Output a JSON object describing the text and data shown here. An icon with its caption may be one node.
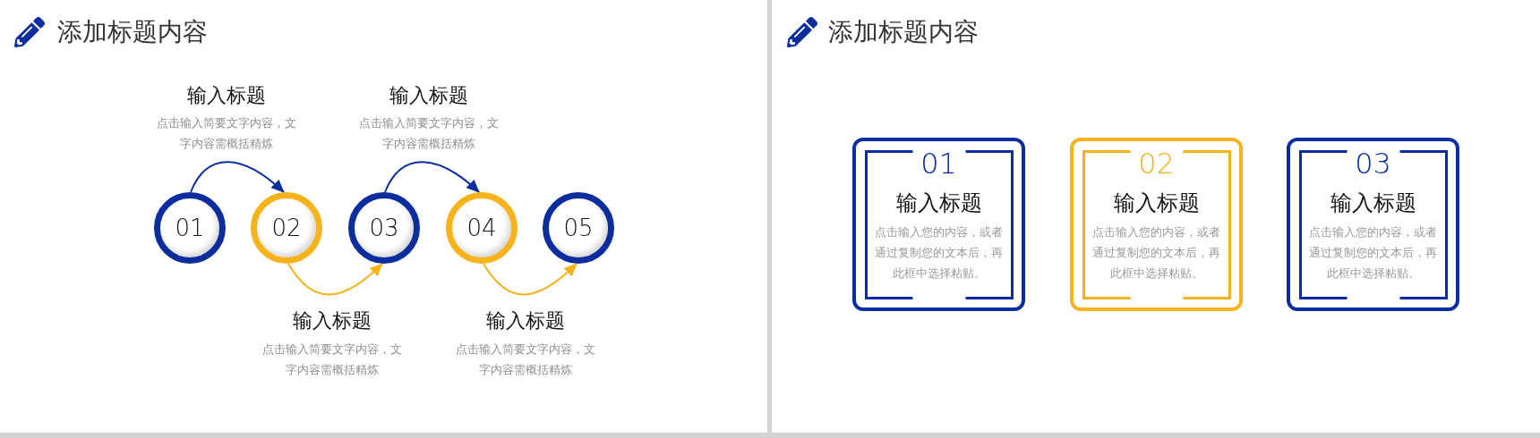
{
  "diagram": {
    "title": "添加标题内容",
    "nodes": [
      {
        "text": [
          "01"
        ]
      },
      {
        "text": [
          "02"
        ]
      },
      {
        "text": [
          "03"
        ]
      },
      {
        "text": [
          "04"
        ]
      },
      {
        "text": [
          "05"
        ]
      },
      {
        "text": [
          "01",
          "输入标题",
          "点击输入您的内容，或者通过复制您的文本后，再此框中选择粘贴。"
        ]
      },
      {
        "text": [
          "02",
          "输入标题",
          "点击输入您的内容，或者通过复制您的文本后，再此框中选择粘贴。"
        ]
      },
      {
        "text": [
          "03",
          "输入标题",
          "点击输入您的内容，或者通过复制您的文本后，再此框中选择粘贴。"
        ]
      }
    ],
    "edges": [
      {
        "from": 0,
        "to": 1,
        "arrow": "to",
        "color": "#0b2d9e"
      },
      {
        "from": 1,
        "to": 2,
        "arrow": "to",
        "color": "#f6b31c"
      },
      {
        "from": 2,
        "to": 3,
        "arrow": "to",
        "color": "#0b2d9e"
      },
      {
        "from": 3,
        "to": 4,
        "arrow": "to",
        "color": "#f6b31c"
      }
    ],
    "labels": [
      "输入标题",
      "点击输入简要文字内容，文字内容需概括精炼",
      "输入标题",
      "点击输入简要文字内容，文字内容需概括精炼",
      "输入标题",
      "点击输入简要文字内容，文字内容需概括精炼",
      "输入标题",
      "点击输入简要文字内容，文字内容需概括精炼",
      "添加标题内容"
    ]
  }
}
